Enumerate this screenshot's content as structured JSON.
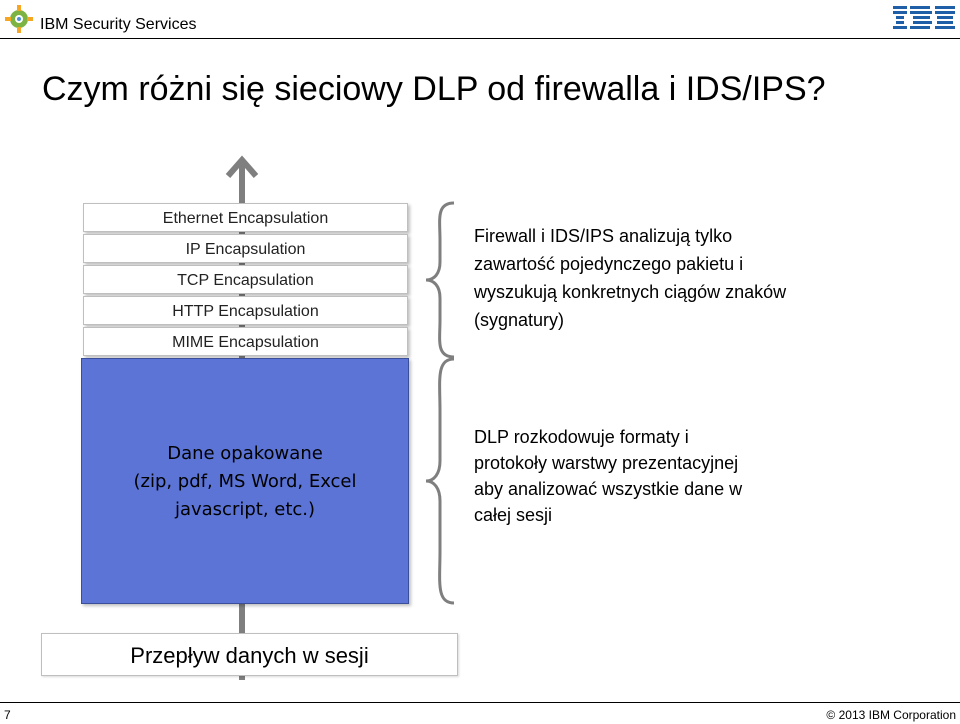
{
  "header": {
    "title": "IBM Security Services",
    "logo_icon": "ibm-security-gear-icon",
    "brand_logo": "IBM"
  },
  "slide": {
    "title": "Czym różni się sieciowy DLP od firewalla i IDS/IPS?"
  },
  "layers": [
    "Ethernet Encapsulation",
    "IP Encapsulation",
    "TCP Encapsulation",
    "HTTP Encapsulation",
    "MIME Encapsulation"
  ],
  "data_box": {
    "lines": [
      "Dane opakowane",
      "(zip, pdf, MS Word, Excel",
      "javascript, etc.)"
    ],
    "fill_color": "#5b74d6"
  },
  "descriptions": {
    "firewall": [
      "Firewall i IDS/IPS analizują tylko",
      "zawartość pojedynczego pakietu i",
      "wyszukują konkretnych ciągów znaków",
      "(sygnatury)"
    ],
    "dlp": [
      "DLP rozkodowuje formaty i",
      "protokoły warstwy prezentacyjnej",
      "aby analizować wszystkie dane w",
      "całej sesji"
    ]
  },
  "flow_label": "Przepływ danych w sesji",
  "footer": {
    "page_number": "7",
    "copyright": "© 2013  IBM Corporation"
  }
}
